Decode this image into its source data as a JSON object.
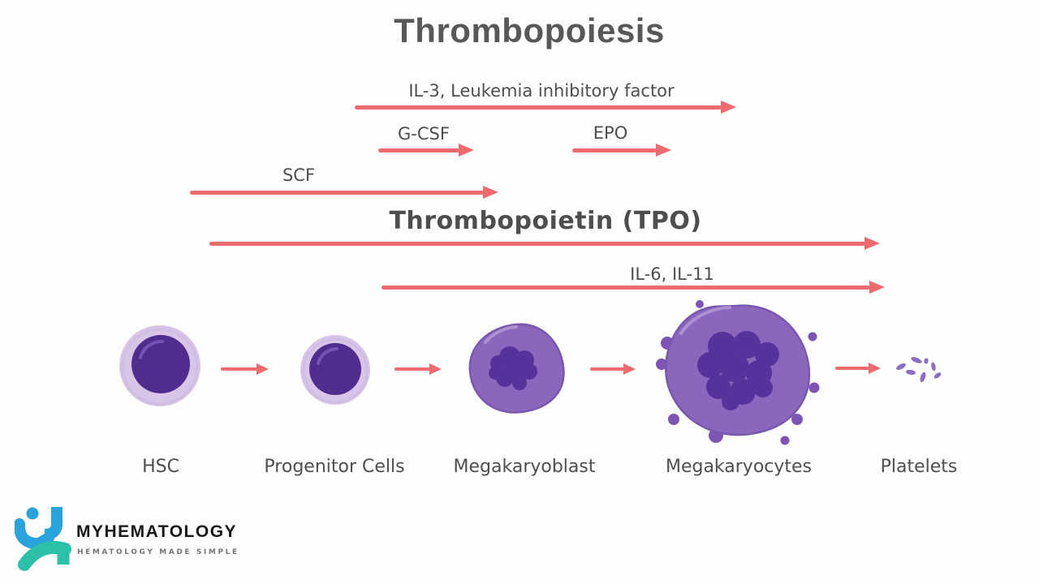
{
  "title": "Thrombopoiesis",
  "cytokines": [
    {
      "label": "IL-3, Leukemia inhibitory factor"
    },
    {
      "label": "G-CSF"
    },
    {
      "label": "EPO"
    },
    {
      "label": "SCF"
    },
    {
      "label": "Thrombopoietin (TPO)"
    },
    {
      "label": "IL-6, IL-11"
    }
  ],
  "stages": [
    {
      "label": "HSC"
    },
    {
      "label": "Progenitor Cells"
    },
    {
      "label": "Megakaryoblast"
    },
    {
      "label": "Megakaryocytes"
    },
    {
      "label": "Platelets"
    }
  ],
  "logo": {
    "name": "MYHEMATOLOGY",
    "tagline": "HEMATOLOGY MADE SIMPLE"
  },
  "colors": {
    "arrow": "#ed6a6e",
    "title_gray": "#57585a",
    "label_gray": "#4c4e50",
    "outer_lavender": "#d8c5e7",
    "nucleus_navy": "#4e2d8e",
    "cell_purple": "#8a67bd",
    "cell_outline": "#7a57ae",
    "nucleus_dark": "#56339a",
    "satellite": "#7e55b4",
    "platelet": "#8a6fc4",
    "logo_blue": "#2aa3dc",
    "logo_teal": "#2dc0a8",
    "logo_text": "#17181a",
    "tagline_gray": "#70767a"
  }
}
